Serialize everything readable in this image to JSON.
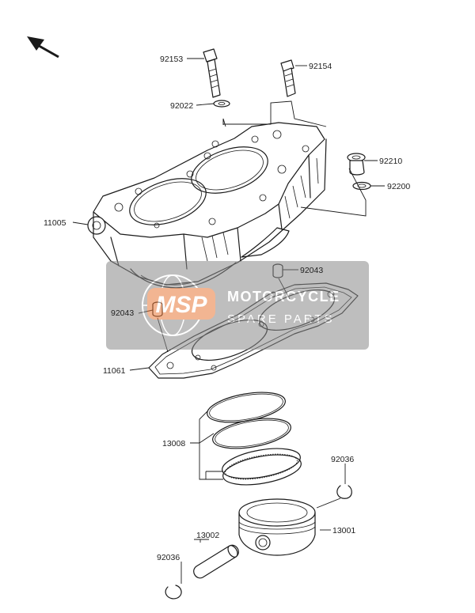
{
  "parts": {
    "p92153": "92153",
    "p92154": "92154",
    "p92022": "92022",
    "p92210": "92210",
    "p92200": "92200",
    "p11005": "11005",
    "p92043_right": "92043",
    "p92043_left": "92043",
    "p11061": "11061",
    "p13008": "13008",
    "p92036_right": "92036",
    "p13001": "13001",
    "p13002": "13002",
    "p92036_left": "92036"
  },
  "watermark": {
    "logo_text": "MSP",
    "brand": "MOTORCYCLE",
    "subtitle": "SPARE PARTS"
  },
  "colors": {
    "line": "#1a1a1a",
    "watermark_panel": "#8a8a8a",
    "watermark_logo": "#e8793a"
  }
}
